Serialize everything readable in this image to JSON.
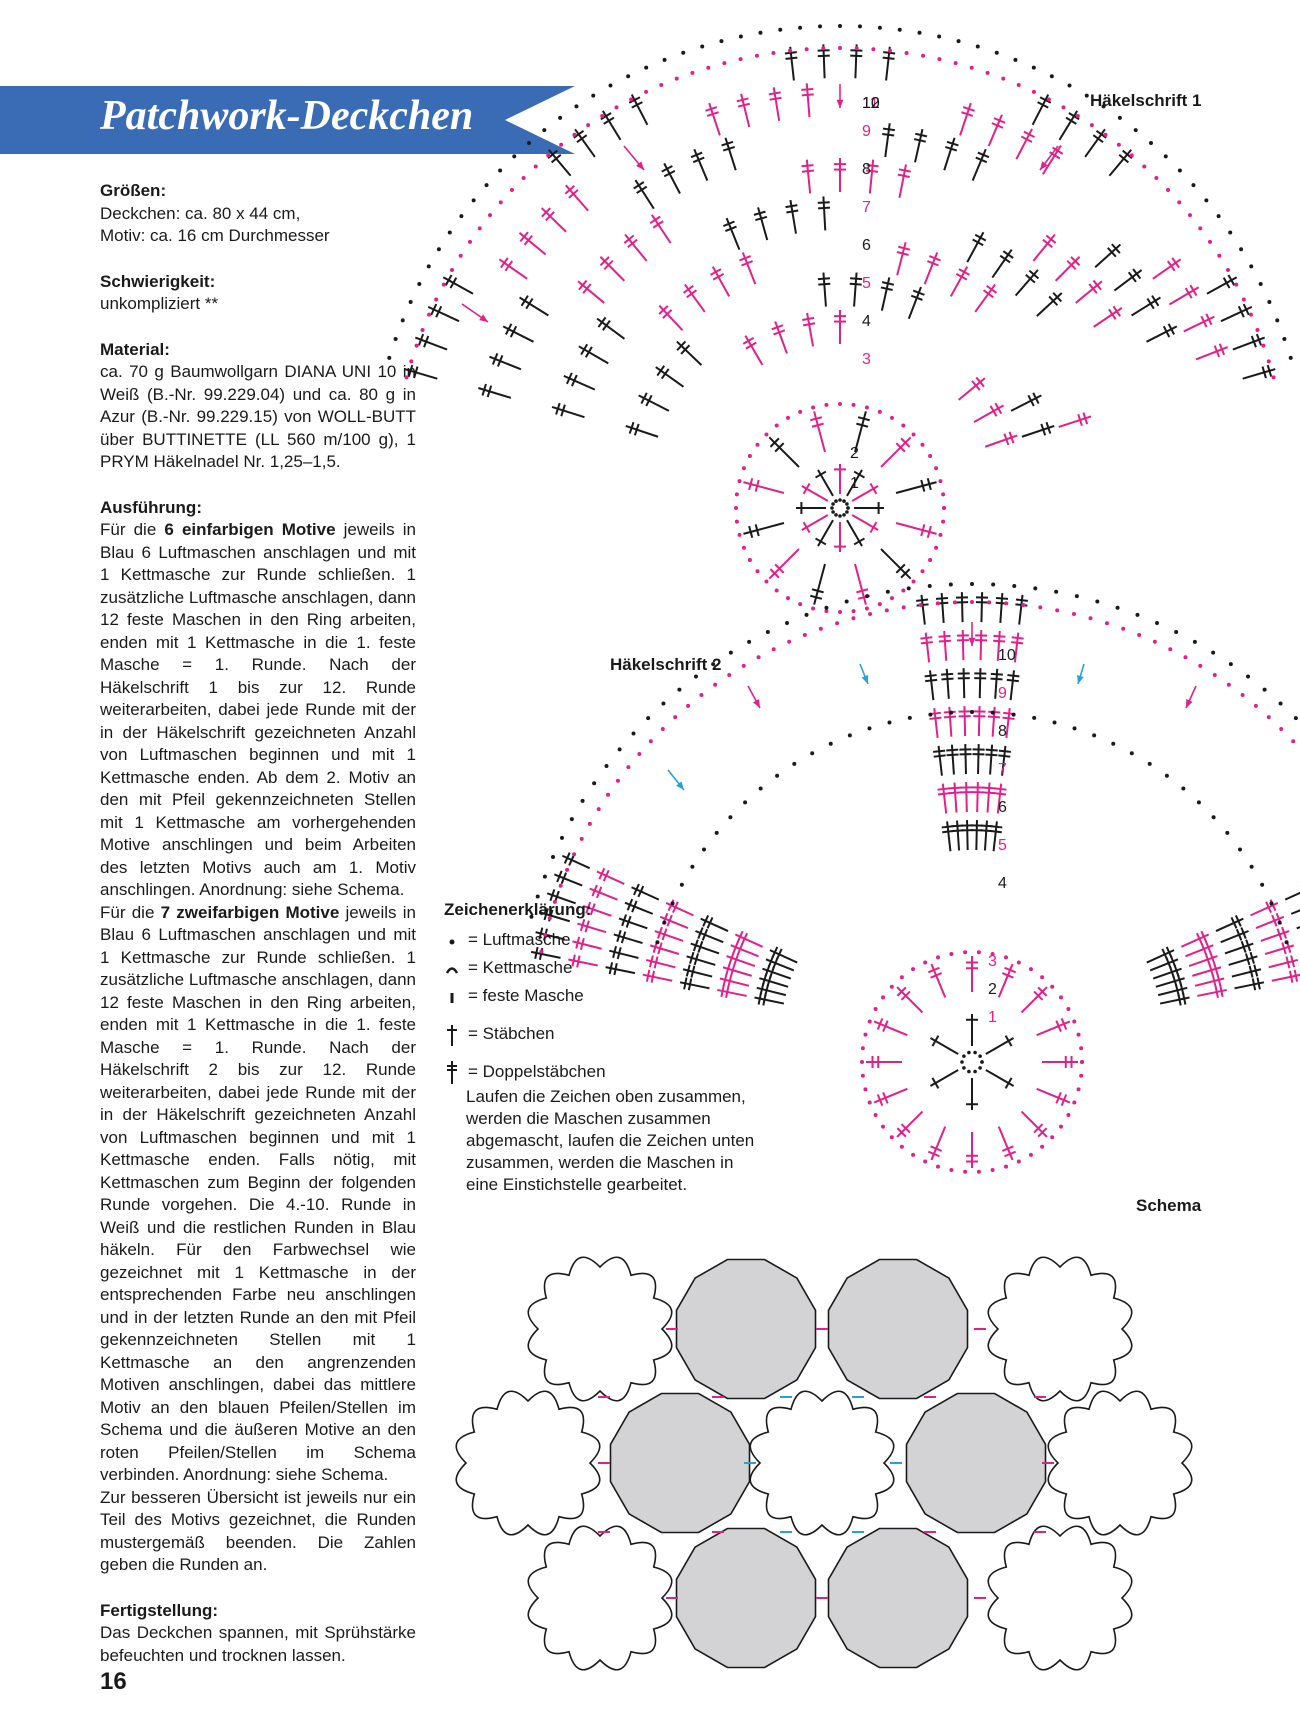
{
  "header": {
    "title": "Patchwork-Deckchen"
  },
  "sections": {
    "sizes": {
      "heading": "Größen:",
      "lines": [
        "Deckchen: ca. 80 x 44 cm,",
        "Motiv: ca. 16 cm Durchmesser"
      ]
    },
    "difficulty": {
      "heading": "Schwierigkeit:",
      "text": "unkompliziert **"
    },
    "material": {
      "heading": "Material:",
      "text": "ca. 70 g Baumwollgarn DIANA UNI 10 in Weiß (B.-Nr. 99.229.04) und ca. 80 g in Azur (B.-Nr. 99.229.15) von WOLL-BUTT über BUTTINETTE (LL 560 m/100 g), 1 PRYM Häkelnadel Nr. 1,25–1,5."
    },
    "execution": {
      "heading": "Ausführung:",
      "p1_pre": "Für die ",
      "p1_bold": "6 einfarbigen Motive",
      "p1_post": " jeweils in Blau 6 Luftmaschen anschlagen und mit 1 Kettmasche zur Runde schließen. 1 zusätzliche Luftmasche anschlagen, dann 12 feste Maschen in den Ring arbeiten, enden mit 1 Kettmasche in die 1. feste Masche = 1. Runde. Nach der Häkelschrift 1 bis zur 12. Runde weiterarbeiten, dabei jede Runde mit der in der Häkelschrift gezeichneten Anzahl von Luftmaschen beginnen und mit 1 Kettmasche enden. Ab dem 2. Motiv an den mit Pfeil gekennzeichneten Stellen mit 1 Kettmasche am vorhergehenden Motive anschlingen und beim Arbeiten des letzten Motivs auch am 1. Motiv anschlingen. Anordnung: siehe Schema.",
      "p2_pre": "Für die ",
      "p2_bold": "7 zweifarbigen Motive",
      "p2_post": " jeweils in Blau 6 Luftmaschen anschlagen und mit 1 Kettmasche zur Runde schließen. 1 zusätzliche Luftmasche anschlagen, dann 12 feste Maschen in den Ring arbeiten, enden mit 1 Kettmasche in die 1. feste Masche = 1. Runde. Nach der Häkelschrift 2 bis zur 12. Runde weiterarbeiten, dabei jede Runde mit der in der Häkelschrift gezeichneten Anzahl von Luftmaschen beginnen und mit 1 Kettmasche enden. Falls nötig, mit Kettmaschen zum Beginn der folgenden Runde vorgehen. Die 4.-10. Runde in Weiß und die restlichen Runden in Blau häkeln. Für den Farbwechsel wie gezeichnet mit 1 Kettmasche in der entsprechenden Farbe neu anschlingen und in der letzten Runde an den mit Pfeil gekennzeichneten Stellen mit 1 Kettmasche an den angrenzenden Motiven anschlingen, dabei das mittlere Motiv an den blauen Pfeilen/Stellen im Schema und die äußeren Motive an den roten Pfeilen/Stellen im Schema verbinden. Anordnung: siehe Schema.",
      "p3": "Zur besseren Übersicht ist jeweils nur ein Teil des Motivs gezeichnet, die Runden mustergemäß beenden. Die Zahlen geben die Runden an."
    },
    "finishing": {
      "heading": "Fertigstellung:",
      "text": "Das Deckchen spannen, mit Sprühstärke befeuchten und trocknen lassen."
    }
  },
  "charts": {
    "chart1_title": "Häkelschrift 1",
    "chart2_title": "Häkelschrift 2",
    "schema_title": "Schema",
    "chart1_rounds": [
      "1",
      "2",
      "3",
      "4",
      "5",
      "6",
      "7",
      "8",
      "9",
      "10",
      "11",
      "12"
    ],
    "chart2_rounds": [
      "1",
      "2",
      "3",
      "4",
      "5",
      "6",
      "7",
      "8",
      "9",
      "10"
    ]
  },
  "legend": {
    "title": "Zeichenerklärung:",
    "items": [
      {
        "icon": "dot-icon",
        "label": "= Luftmasche"
      },
      {
        "icon": "arc-icon",
        "label": "= Kettmasche"
      },
      {
        "icon": "bar-icon",
        "label": "= feste Masche"
      },
      {
        "icon": "cross-icon",
        "label": "= Stäbchen"
      },
      {
        "icon": "double-cross-icon",
        "label": "= Doppelstäbchen"
      }
    ],
    "note": "Laufen die Zeichen oben zusammen, werden die Maschen zusammen abgemascht, laufen die Zeichen unten zusammen, werden die Maschen in eine Einstichstelle gearbeitet."
  },
  "colors": {
    "banner": "#3a6bb5",
    "magenta": "#e0218a",
    "black": "#1a1a1a",
    "grey_motif": "#d3d3d5",
    "blue_arrow": "#2aa0d8"
  },
  "page_number": "16"
}
